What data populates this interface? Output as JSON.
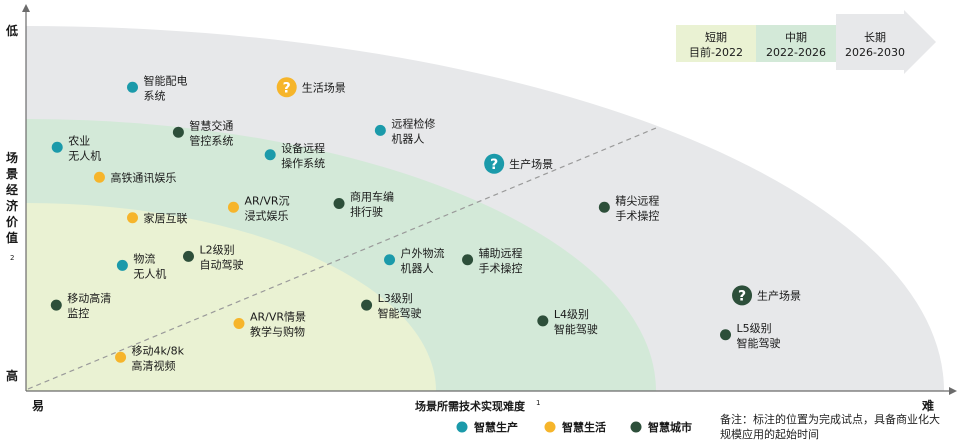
{
  "chart_data": {
    "type": "scatter",
    "title": "",
    "xlabel": "场景所需技术实现难度",
    "xlabel_sup": "1",
    "ylabel": [
      "场",
      "景",
      "经",
      "济",
      "价",
      "值"
    ],
    "ylabel_sup": "2",
    "x_low_label": "易",
    "x_high_label": "难",
    "y_top_label": "低",
    "y_bottom_label": "高",
    "xlim": [
      0,
      100
    ],
    "ylim": [
      0,
      100
    ],
    "y_inverted": true,
    "grid": false,
    "legend_position": "bottom-center",
    "categories": [
      {
        "key": "production",
        "name": "智慧生产",
        "color": "#1b9aaa"
      },
      {
        "key": "life",
        "name": "智慧生活",
        "color": "#f6b52b"
      },
      {
        "key": "city",
        "name": "智慧城市",
        "color": "#2d4f3a"
      }
    ],
    "phases": [
      {
        "label": "短期",
        "period": "目前-2022",
        "color": "#eaf2d3"
      },
      {
        "label": "中期",
        "period": "2022-2026",
        "color": "#d3e9d8"
      },
      {
        "label": "长期",
        "period": "2026-2030",
        "color": "#e7e8ea"
      }
    ],
    "points": [
      {
        "label": [
          "智能配电",
          "系统"
        ],
        "category": "production",
        "x": 11.6,
        "y": 19.0
      },
      {
        "label": [
          "智慧交通",
          "管控系统"
        ],
        "category": "city",
        "x": 16.6,
        "y": 31.0
      },
      {
        "label": [
          "农业",
          "无人机"
        ],
        "category": "production",
        "x": 3.4,
        "y": 35.0
      },
      {
        "label": [
          "设备远程",
          "操作系统"
        ],
        "category": "production",
        "x": 26.6,
        "y": 37.0
      },
      {
        "label": [
          "远程检修",
          "机器人"
        ],
        "category": "production",
        "x": 38.6,
        "y": 30.5
      },
      {
        "label": [
          "高铁通讯娱乐"
        ],
        "category": "life",
        "x": 8.0,
        "y": 43.0
      },
      {
        "label": [
          "AR/VR沉",
          "浸式娱乐"
        ],
        "category": "life",
        "x": 22.6,
        "y": 51.0
      },
      {
        "label": [
          "商用车编",
          "排行驶"
        ],
        "category": "city",
        "x": 34.1,
        "y": 50.0
      },
      {
        "label": [
          "家居互联"
        ],
        "category": "life",
        "x": 11.6,
        "y": 53.8
      },
      {
        "label": [
          "精尖远程",
          "手术操控"
        ],
        "category": "city",
        "x": 63.0,
        "y": 51.0
      },
      {
        "label": [
          "L2级别",
          "自动驾驶"
        ],
        "category": "city",
        "x": 17.7,
        "y": 64.1
      },
      {
        "label": [
          "物流",
          "无人机"
        ],
        "category": "production",
        "x": 10.5,
        "y": 66.5
      },
      {
        "label": [
          "户外物流",
          "机器人"
        ],
        "category": "production",
        "x": 39.6,
        "y": 65.0
      },
      {
        "label": [
          "辅助远程",
          "手术操控"
        ],
        "category": "city",
        "x": 48.1,
        "y": 65.0
      },
      {
        "label": [
          "移动高清",
          "监控"
        ],
        "category": "city",
        "x": 3.3,
        "y": 77.1
      },
      {
        "label": [
          "L3级别",
          "智能驾驶"
        ],
        "category": "city",
        "x": 37.1,
        "y": 77.1
      },
      {
        "label": [
          "L4级别",
          "智能驾驶"
        ],
        "category": "city",
        "x": 56.3,
        "y": 81.3
      },
      {
        "label": [
          "AR/VR情景",
          "教学与购物"
        ],
        "category": "life",
        "x": 23.2,
        "y": 82.0
      },
      {
        "label": [
          "L5级别",
          "智能驾驶"
        ],
        "category": "city",
        "x": 76.2,
        "y": 85.0
      },
      {
        "label": [
          "移动4k/8k",
          "高清视频"
        ],
        "category": "life",
        "x": 10.3,
        "y": 91.0
      }
    ],
    "question_markers": [
      {
        "label": "生活场景",
        "category": "life",
        "x": 28.4,
        "y": 19.0
      },
      {
        "label": "生产场景",
        "category": "production",
        "x": 51.0,
        "y": 39.4
      },
      {
        "label": "生产场景",
        "category": "city",
        "x": 78.0,
        "y": 74.5
      }
    ]
  },
  "note": "备注：标注的位置为完成试点，具备商业化大规模应用的起始时间"
}
